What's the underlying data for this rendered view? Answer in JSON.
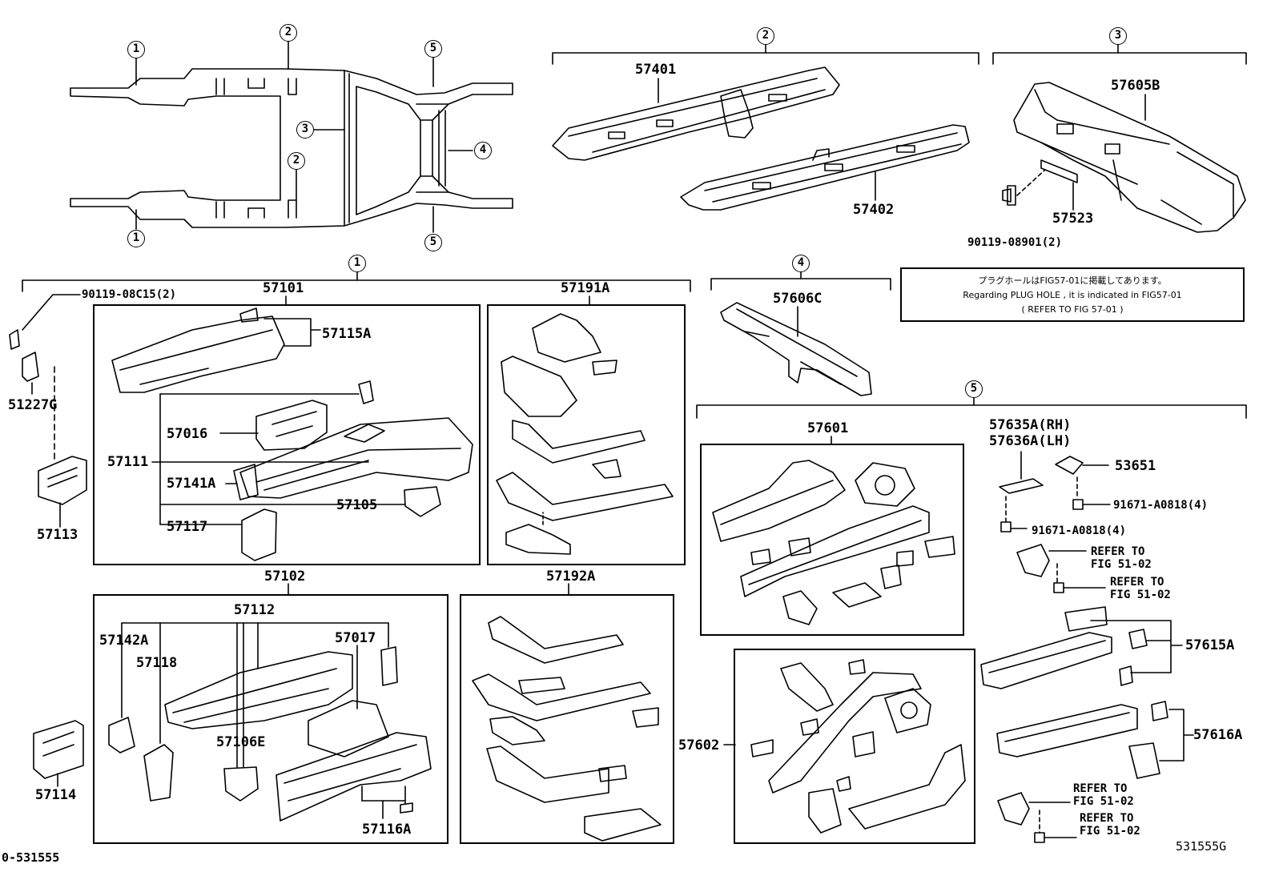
{
  "overview": {
    "circle_labels": [
      "1",
      "2",
      "3",
      "4",
      "5"
    ]
  },
  "groups": {
    "g1": "1",
    "g2": "2",
    "g3": "3",
    "g4": "4",
    "g5": "5"
  },
  "parts": {
    "p57401": "57401",
    "p57402": "57402",
    "p57605B": "57605B",
    "p57523": "57523",
    "p90119_08901": "90119-08901(2)",
    "p90119_08C15": "90119-08C15(2)",
    "p57101": "57101",
    "p57191A": "57191A",
    "p57606C": "57606C",
    "p57115A": "57115A",
    "p51227G": "51227G",
    "p57016": "57016",
    "p57111": "57111",
    "p57141A": "57141A",
    "p57105": "57105",
    "p57117": "57117",
    "p57113": "57113",
    "p57102": "57102",
    "p57192A": "57192A",
    "p57112": "57112",
    "p57142A": "57142A",
    "p57017": "57017",
    "p57118": "57118",
    "p57106E": "57106E",
    "p57114": "57114",
    "p57116A": "57116A",
    "p57601": "57601",
    "p57602": "57602",
    "p57635A": "57635A(RH)",
    "p57636A": "57636A(LH)",
    "p53651": "53651",
    "p91671_a": "91671-A0818(4)",
    "p91671_b": "91671-A0818(4)",
    "ref1a": "REFER TO",
    "ref1b": "FIG 51-02",
    "ref2a": "REFER TO",
    "ref2b": "FIG 51-02",
    "ref3a": "REFER TO",
    "ref3b": "FIG 51-02",
    "ref4a": "REFER TO",
    "ref4b": "FIG 51-02",
    "p57615A": "57615A",
    "p57616A": "57616A"
  },
  "note": {
    "line1": "プラグホールはFIG57-01に掲載してあります。",
    "line2": "Regarding PLUG HOLE , it is indicated in FIG57-01",
    "line3": "( REFER TO FIG 57-01 )"
  },
  "footer": {
    "left_code": "0-531555",
    "right_code": "531555G"
  }
}
